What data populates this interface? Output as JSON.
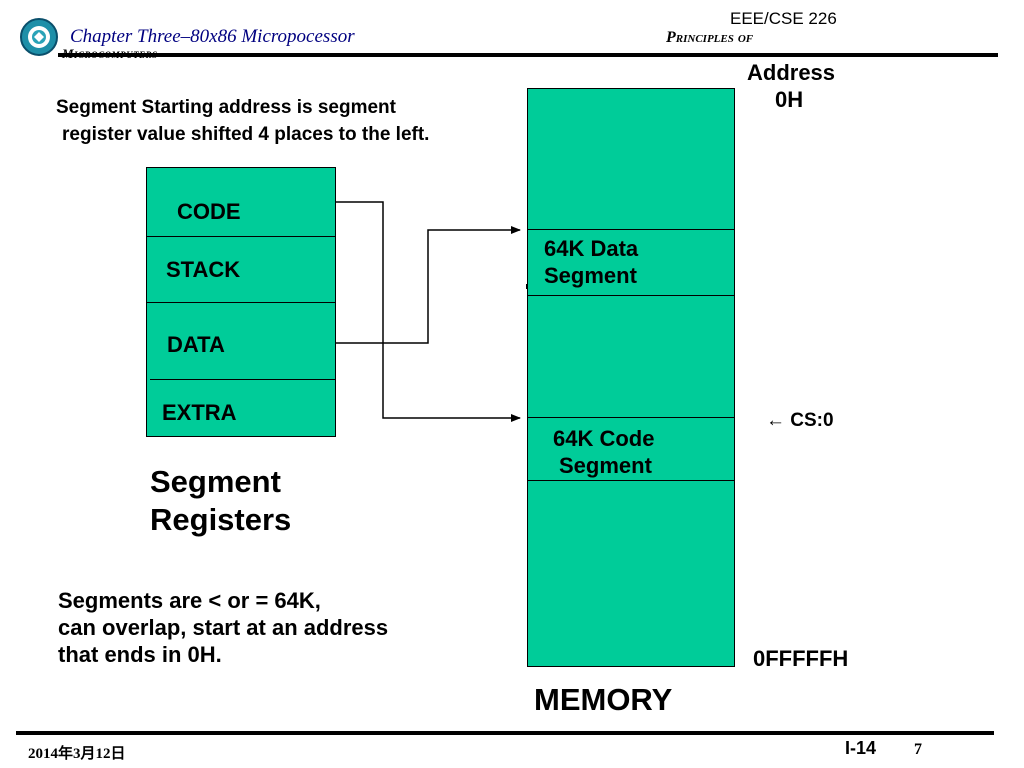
{
  "header": {
    "chapter_title": "Chapter Three–80x86 Micropocessor",
    "subtitle": "Microcomputers",
    "course": "EEE/CSE 226",
    "course_subtitle": "Principles of"
  },
  "description": {
    "line1": "Segment Starting address is segment",
    "line2": "register value shifted 4 places to the  left."
  },
  "registers": {
    "items": [
      "CODE",
      "STACK",
      "DATA",
      "EXTRA"
    ],
    "caption_line1": "Segment",
    "caption_line2": "Registers"
  },
  "memory": {
    "address_label_line1": "Address",
    "address_label_line2": "0H",
    "data_segment_line1": "64K Data",
    "data_segment_line2": "Segment",
    "code_segment_line1": "64K Code",
    "code_segment_line2": "Segment",
    "cs_label": "← CS:0",
    "end_address": "0FFFFFH",
    "caption": "MEMORY"
  },
  "notes": {
    "line1": "Segments are < or = 64K,",
    "line2": "can overlap, start at an address",
    "line3": "that ends in 0H."
  },
  "footer": {
    "date": "2014年3月12日",
    "slide_code": "I-14",
    "page_number": "7"
  },
  "colors": {
    "segment_fill": "#00CC99",
    "header_text": "#000080"
  }
}
